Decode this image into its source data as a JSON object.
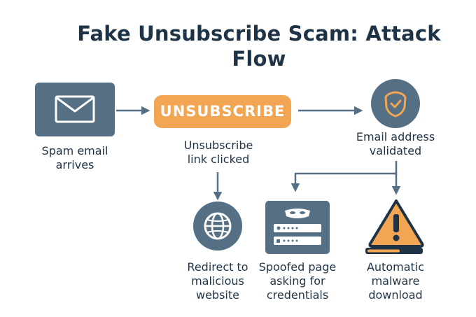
{
  "title": "Fake Unsubscribe Scam: Attack Flow",
  "nodes": {
    "spam_email": {
      "label_lines": [
        "Spam email",
        "arrives"
      ],
      "icon": "envelope-icon"
    },
    "unsubscribe": {
      "button_text": "UNSUBSCRIBE",
      "label_lines": [
        "Unsubscribe",
        "link clicked"
      ]
    },
    "validated": {
      "label_lines": [
        "Email address",
        "validated"
      ],
      "icon": "shield-check-icon"
    },
    "redirect": {
      "label_lines": [
        "Redirect to",
        "malicious",
        "website"
      ],
      "icon": "globe-icon"
    },
    "spoofed": {
      "label_lines": [
        "Spoofed page",
        "asking for",
        "credentials"
      ],
      "icon": "masked-login-form-icon"
    },
    "malware": {
      "label_lines": [
        "Automatic",
        "malware",
        "download"
      ],
      "icon": "warning-triangle-icon"
    }
  },
  "colors": {
    "title": "#1f3346",
    "icon_fill": "#557084",
    "button": "#f2a553",
    "warning": "#f2a553",
    "arrow": "#557084"
  }
}
